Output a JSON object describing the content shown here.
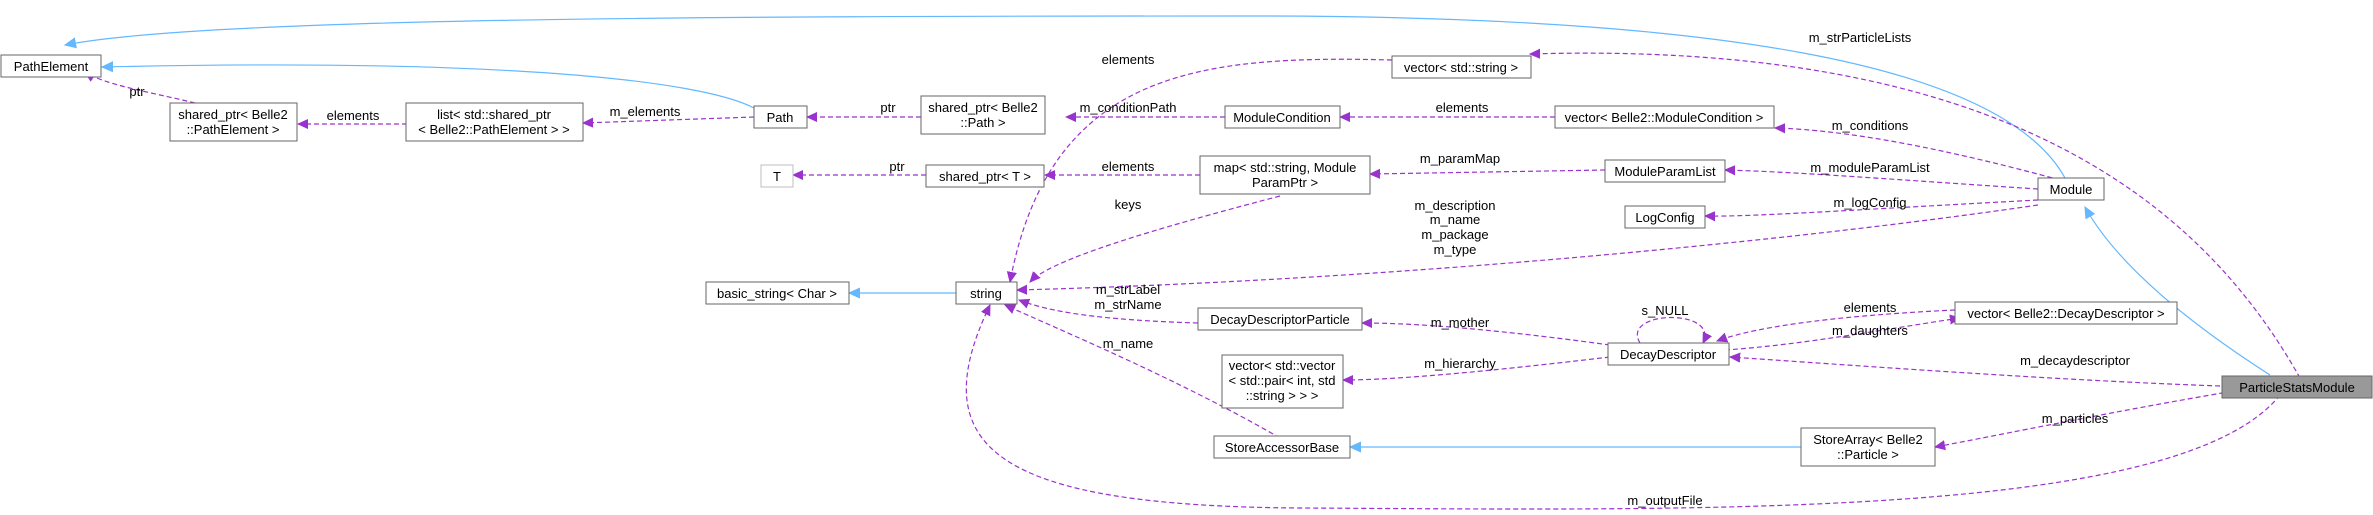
{
  "nodes": {
    "pathelement": "PathElement",
    "shared_ptr_pathelement": [
      "shared_ptr< Belle2",
      "::PathElement >"
    ],
    "list_shared_ptr": [
      "list< std::shared_ptr",
      "< Belle2::PathElement > >"
    ],
    "path": "Path",
    "shared_ptr_path": [
      "shared_ptr< Belle2",
      "::Path >"
    ],
    "t": "T",
    "shared_ptr_t": "shared_ptr< T >",
    "basic_string": "basic_string< Char >",
    "string": "string",
    "vector_string": "vector< std::string >",
    "module_condition": "ModuleCondition",
    "map_string_param": [
      "map< std::string, Module",
      "ParamPtr >"
    ],
    "decay_descriptor_particle": "DecayDescriptorParticle",
    "vector_vector_pair": [
      "vector< std::vector",
      "< std::pair< int, std",
      "::string > > >"
    ],
    "store_accessor_base": "StoreAccessorBase",
    "vector_module_condition": "vector< Belle2::ModuleCondition >",
    "module_param_list": "ModuleParamList",
    "log_config": "LogConfig",
    "decay_descriptor": "DecayDescriptor",
    "store_array_particle": [
      "StoreArray< Belle2",
      "::Particle >"
    ],
    "vector_decay_descriptor": "vector< Belle2::DecayDescriptor >",
    "module": "Module",
    "particle_stats_module": "ParticleStatsModule"
  },
  "edge_labels": {
    "ptr_pathelement": "ptr",
    "elements_list": "elements",
    "m_elements": "m_elements",
    "ptr_path": "ptr",
    "m_condition_path": "m_conditionPath",
    "elements_vector_string": "elements",
    "elements_condition": "elements",
    "ptr_t": "ptr",
    "elements_map": "elements",
    "m_param_map": "m_paramMap",
    "keys": "keys",
    "m_str_particle_lists": "m_strParticleLists",
    "m_conditions": "m_conditions",
    "m_module_param_list": "m_moduleParamList",
    "m_log_config": "m_logConfig",
    "module_strings": [
      "m_description",
      "m_name",
      "m_package",
      "m_type"
    ],
    "ddp_strings": [
      "m_strLabel",
      "m_strName"
    ],
    "m_name_sab": "m_name",
    "s_null": "s_NULL",
    "elements_vdd": "elements",
    "m_daughters": "m_daughters",
    "m_mother": "m_mother",
    "m_hierarchy": "m_hierarchy",
    "m_decaydescriptor": "m_decaydescriptor",
    "m_particles": "m_particles",
    "m_output_file": "m_outputFile"
  },
  "colors": {
    "inheritance": "#63b8ff",
    "usage": "#9a32cd",
    "node_border": "#666666",
    "highlight_fill": "#999999"
  }
}
